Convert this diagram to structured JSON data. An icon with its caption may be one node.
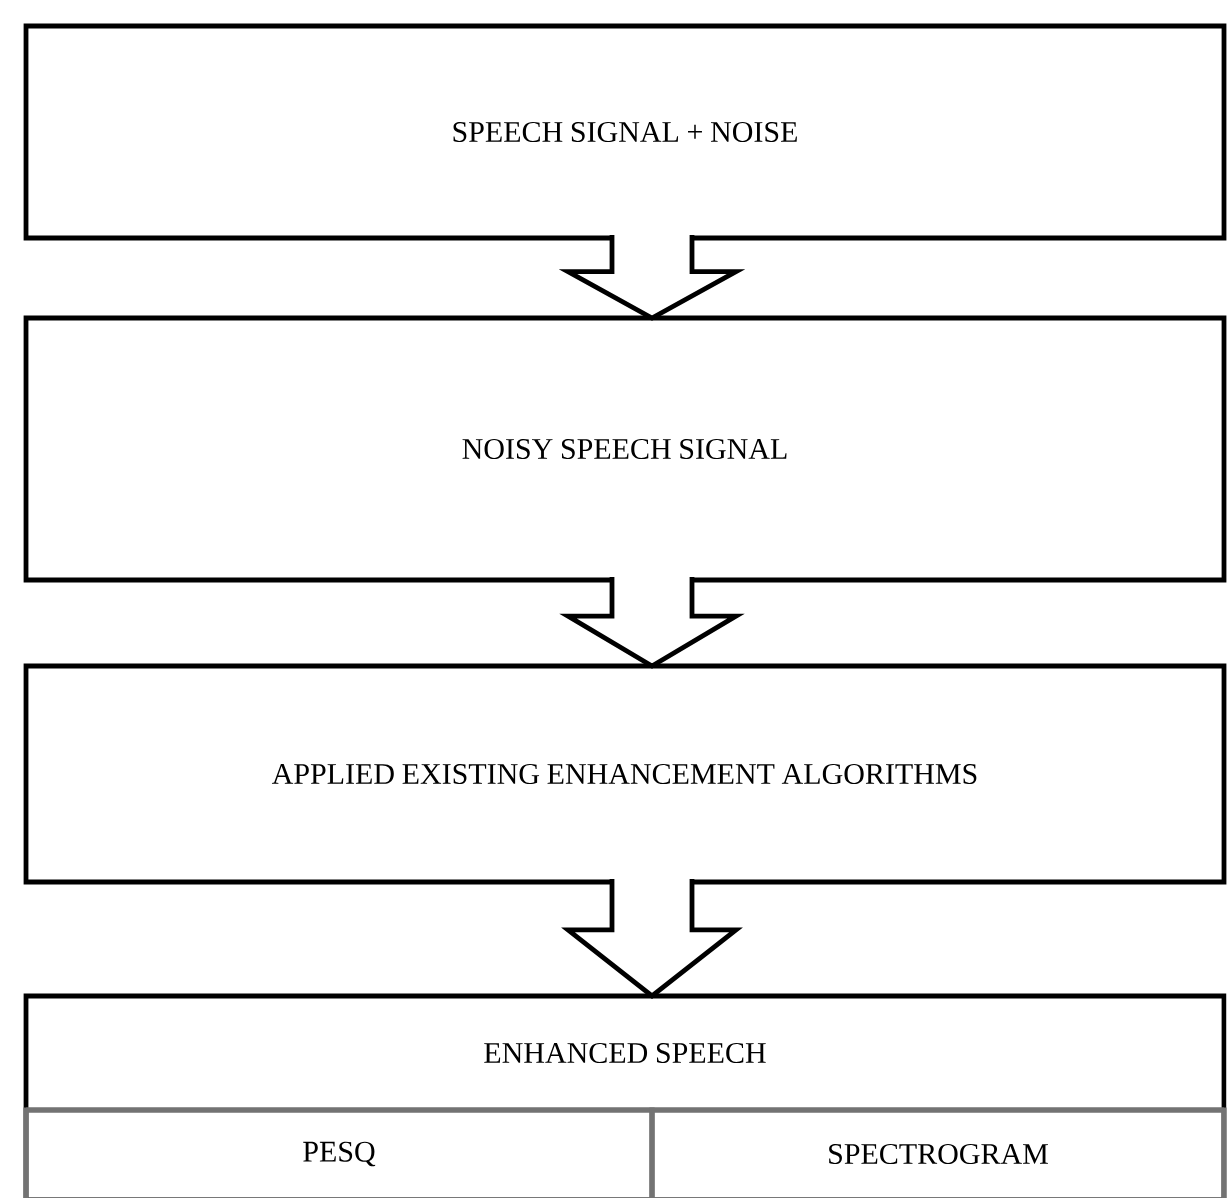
{
  "diagram": {
    "nodes": [
      {
        "text": [
          "SPEECH SIGNAL + NOISE"
        ]
      },
      {
        "text": [
          "NOISY SPEECH SIGNAL"
        ]
      },
      {
        "text": [
          "APPLIED EXISTING ENHANCEMENT ALGORITHMS"
        ]
      },
      {
        "text": [
          "ENHANCED SPEECH"
        ]
      },
      {
        "text": [
          "PESQ"
        ],
        "in": 3
      },
      {
        "text": [
          "SPECTROGRAM"
        ],
        "in": 3
      }
    ],
    "edges": [
      {
        "from": 0,
        "to": 1,
        "arrow": "to"
      },
      {
        "from": 1,
        "to": 2,
        "arrow": "to"
      },
      {
        "from": 2,
        "to": 3,
        "arrow": "to"
      }
    ]
  }
}
